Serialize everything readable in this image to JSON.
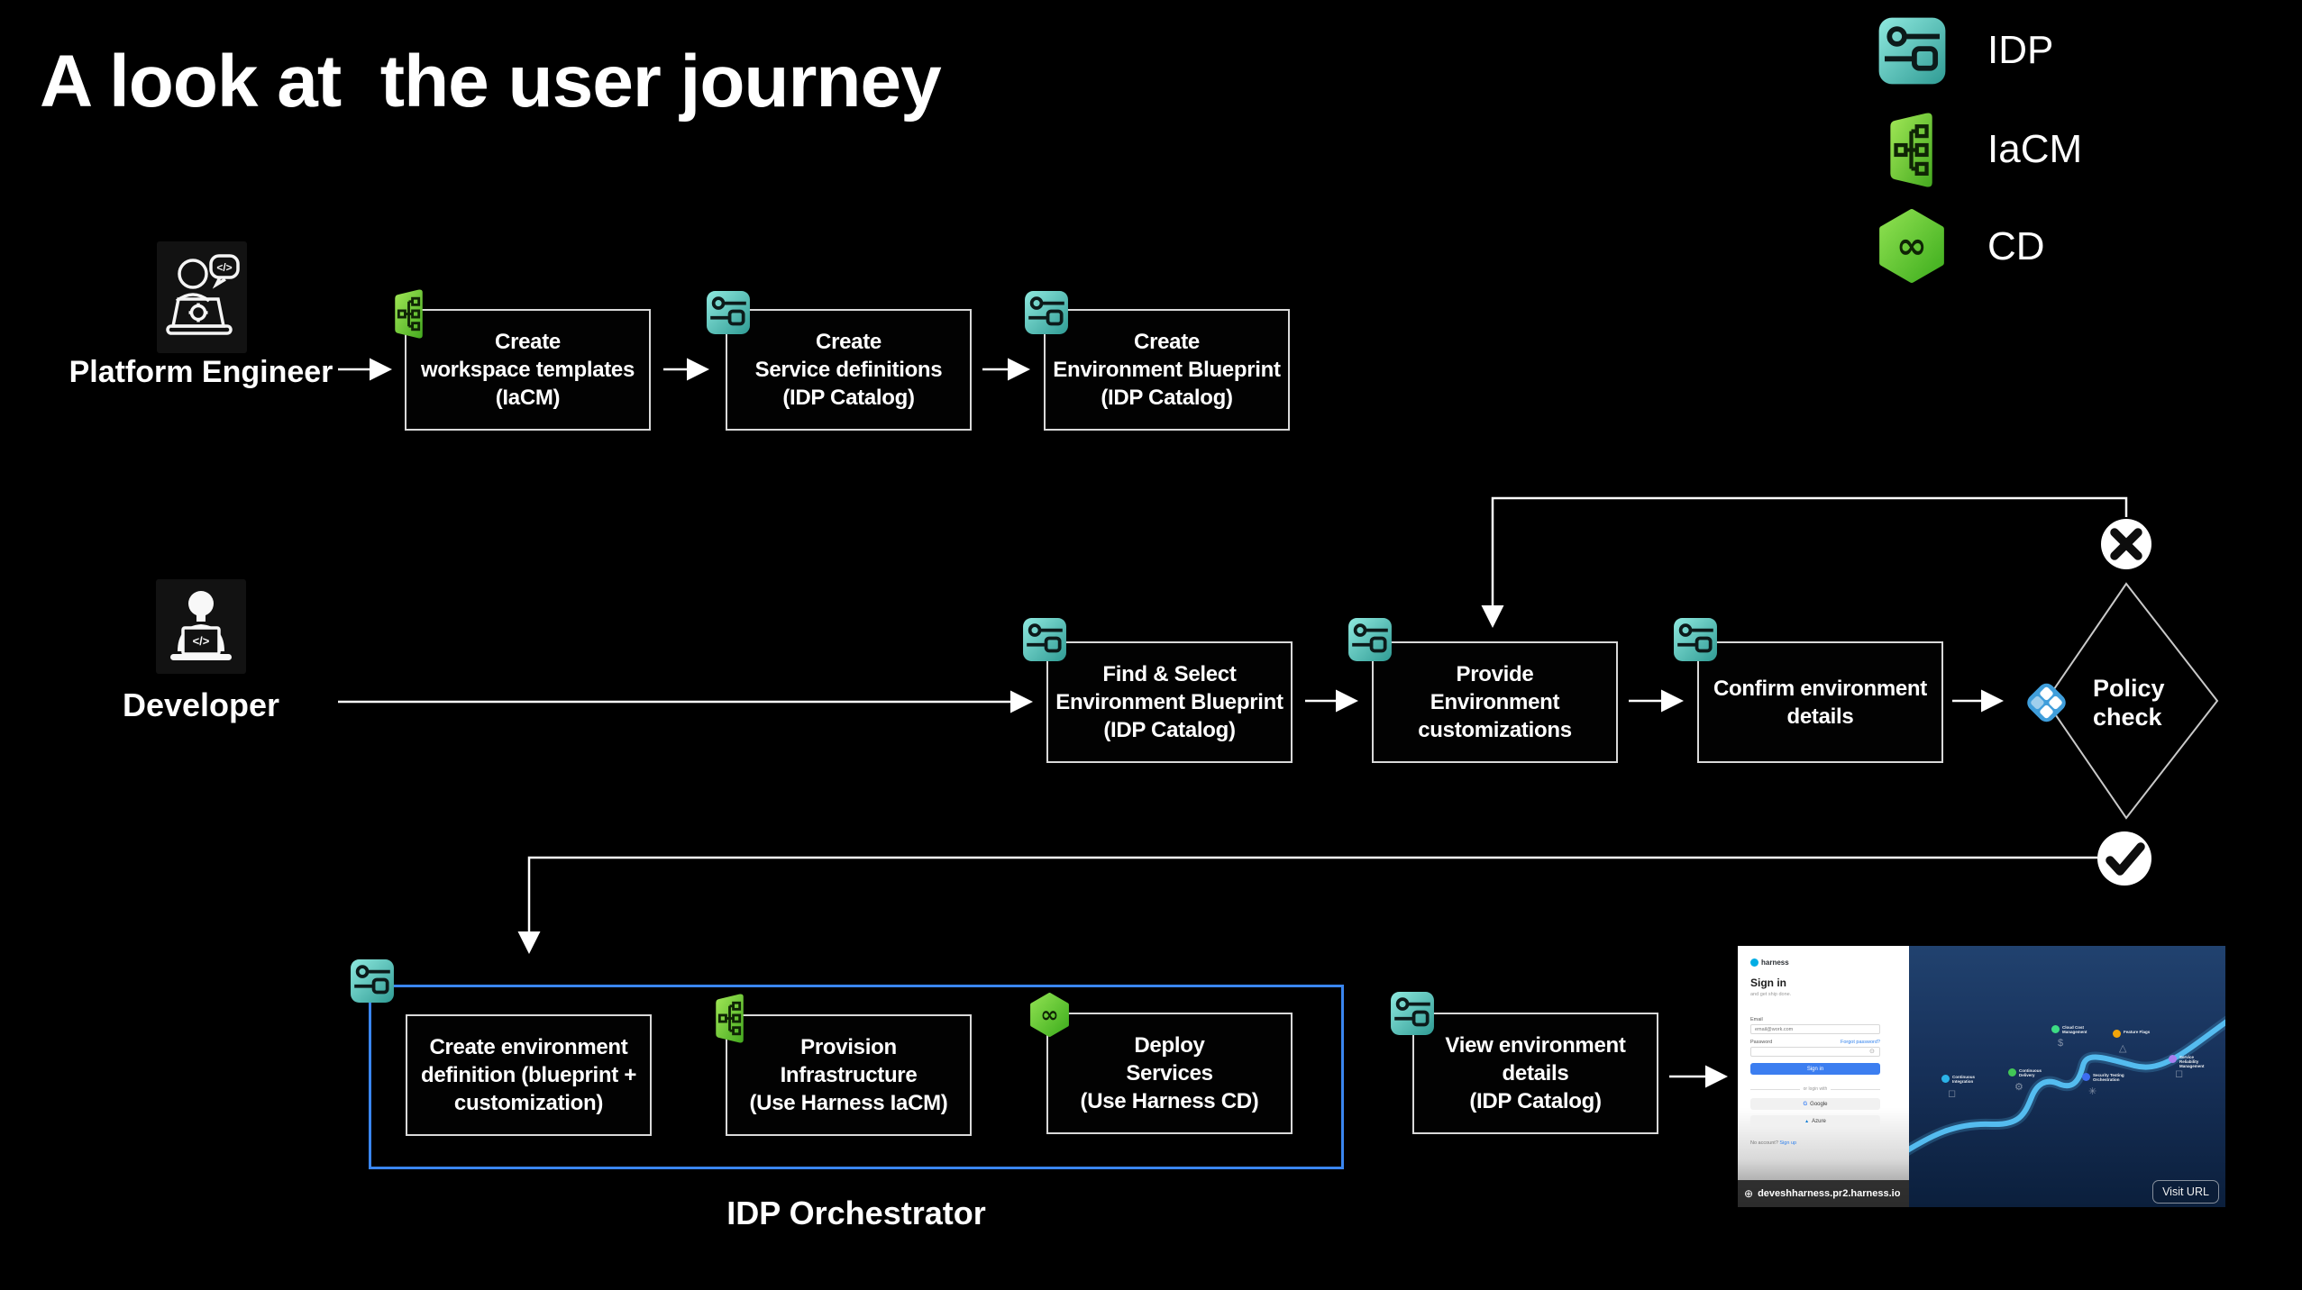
{
  "title": "A look at  the user journey",
  "legend": {
    "items": [
      {
        "id": "idp",
        "label": "IDP"
      },
      {
        "id": "iacm",
        "label": "IaCM"
      },
      {
        "id": "cd",
        "label": "CD"
      }
    ]
  },
  "actors": {
    "platform_engineer": "Platform Engineer",
    "developer": "Developer"
  },
  "nodes": [
    {
      "id": "create-workspace-templates",
      "icon": "iacm",
      "label": "Create\nworkspace templates\n(IaCM)"
    },
    {
      "id": "create-service-definitions",
      "icon": "idp",
      "label": "Create\nService definitions\n(IDP Catalog)"
    },
    {
      "id": "create-environment-blueprint",
      "icon": "idp",
      "label": "Create\nEnvironment Blueprint\n(IDP Catalog)"
    },
    {
      "id": "find-select-environment-blueprint",
      "icon": "idp",
      "label": "Find & Select\nEnvironment Blueprint\n(IDP Catalog)"
    },
    {
      "id": "provide-environment-customizations",
      "icon": "idp",
      "label": "Provide\nEnvironment\ncustomizations"
    },
    {
      "id": "confirm-environment-details",
      "icon": "idp",
      "label": "Confirm environment\ndetails"
    },
    {
      "id": "create-environment-definition",
      "icon": null,
      "label": "Create environment\ndefinition (blueprint +\ncustomization)"
    },
    {
      "id": "provision-infrastructure",
      "icon": "iacm",
      "label": "Provision\nInfrastructure\n(Use Harness IaCM)"
    },
    {
      "id": "deploy-services",
      "icon": "cd",
      "label": "Deploy\nServices\n(Use Harness CD)"
    },
    {
      "id": "view-environment-details",
      "icon": "idp",
      "label": "View environment\ndetails\n(IDP Catalog)"
    }
  ],
  "decision": {
    "label": "Policy\ncheck"
  },
  "orchestrator_label": "IDP Orchestrator",
  "icons": {
    "eye": "⊙",
    "globe": "⊕",
    "azure_triangle": "▲",
    "google_g": "G"
  },
  "preview": {
    "signin": {
      "brand": "harness",
      "title": "Sign in",
      "subtitle": "and get ship done.",
      "email_label": "Email",
      "email_placeholder": "email@work.com",
      "password_label": "Password",
      "forgot_link": "Forgot password?",
      "submit": "Sign in",
      "divider": "or login with",
      "google": "Google",
      "azure": "Azure",
      "no_account": "No account? ",
      "sign_up": "Sign up"
    },
    "url": "deveshharness.pr2.harness.io",
    "visit_url": "Visit URL",
    "modules": [
      {
        "name": "Continuous Integration",
        "color": "#2bb3e8",
        "glyph": "◻"
      },
      {
        "name": "Continuous Delivery",
        "color": "#42c756",
        "glyph": "⚙"
      },
      {
        "name": "Cloud Cost Management",
        "color": "#3ddc84",
        "glyph": "$"
      },
      {
        "name": "Feature Flags",
        "color": "#f2a50a",
        "glyph": "△"
      },
      {
        "name": "Security Testing Orchestration",
        "color": "#3d6cf0",
        "glyph": "✳"
      },
      {
        "name": "Service Reliability Management",
        "color": "#a87ff0",
        "glyph": "◻"
      }
    ]
  }
}
